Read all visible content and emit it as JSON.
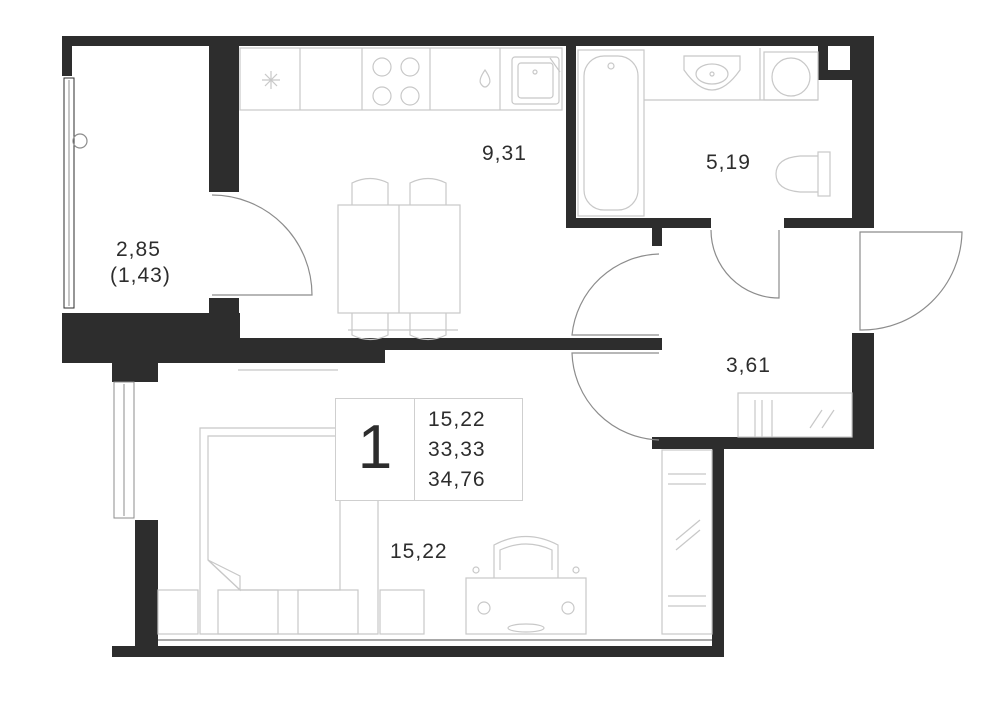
{
  "rooms": {
    "balcony": {
      "area": "2,85",
      "area_reduced": "(1,43)"
    },
    "kitchen": {
      "area": "9,31"
    },
    "bathroom": {
      "area": "5,19"
    },
    "hallway": {
      "area": "3,61"
    },
    "living_room": {
      "area": "15,22"
    }
  },
  "summary": {
    "room_count": "1",
    "living_area": "15,22",
    "total_area": "33,33",
    "total_area_with_balcony": "34,76"
  },
  "colors": {
    "wall": "#2d2d2d",
    "furniture_line": "#c8c8c8",
    "background": "#ffffff"
  }
}
